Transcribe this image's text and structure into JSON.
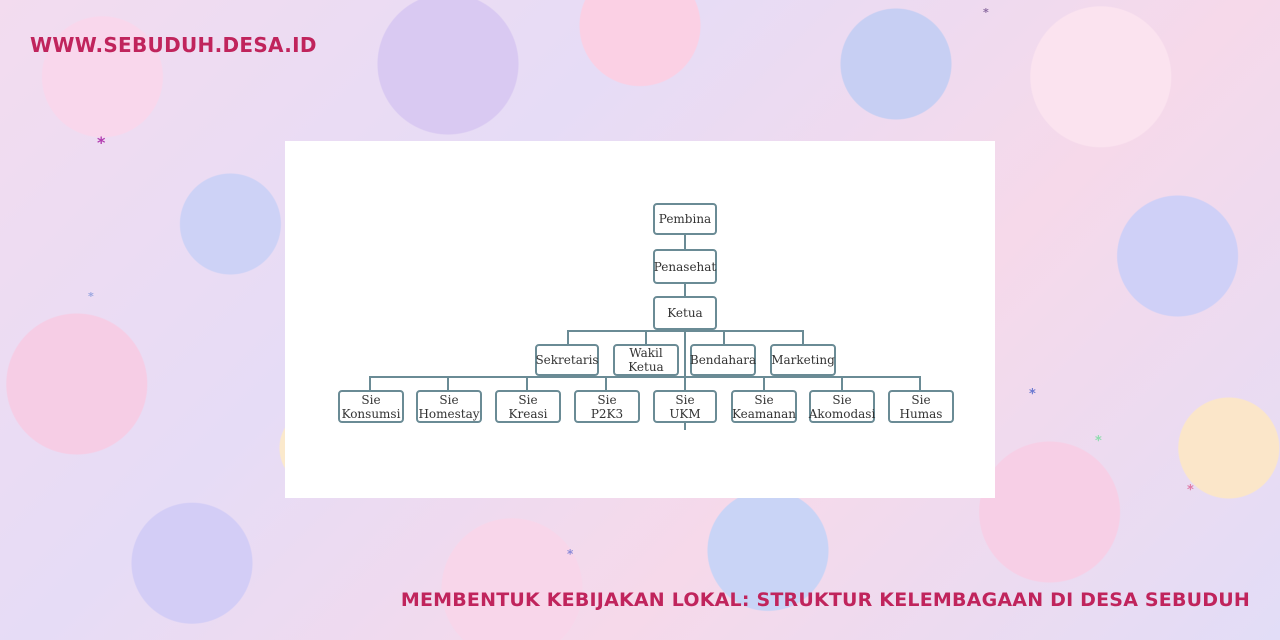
{
  "site": {
    "brand": "WWW.SEBUDUH.DESA.ID"
  },
  "caption": {
    "title": "MEMBENTUK KEBIJAKAN LOKAL: STRUKTUR KELEMBAGAAN DI DESA SEBUDUH"
  },
  "org_chart": {
    "level1": "Pembina",
    "level2": "Penasehat",
    "level3": "Ketua",
    "level4": [
      "Sekretaris",
      "Wakil Ketua",
      "Bendahara",
      "Marketing"
    ],
    "level5": [
      [
        "Sie",
        "Konsumsi"
      ],
      [
        "Sie",
        "Homestay"
      ],
      [
        "Sie",
        "Kreasi"
      ],
      [
        "Sie",
        "P2K3"
      ],
      [
        "Sie",
        "UKM"
      ],
      [
        "Sie",
        "Keamanan"
      ],
      [
        "Sie",
        "Akomodasi"
      ],
      [
        "Sie Humas"
      ]
    ]
  },
  "colors": {
    "accent": "#c0245c",
    "box_border": "#6a8b95"
  }
}
